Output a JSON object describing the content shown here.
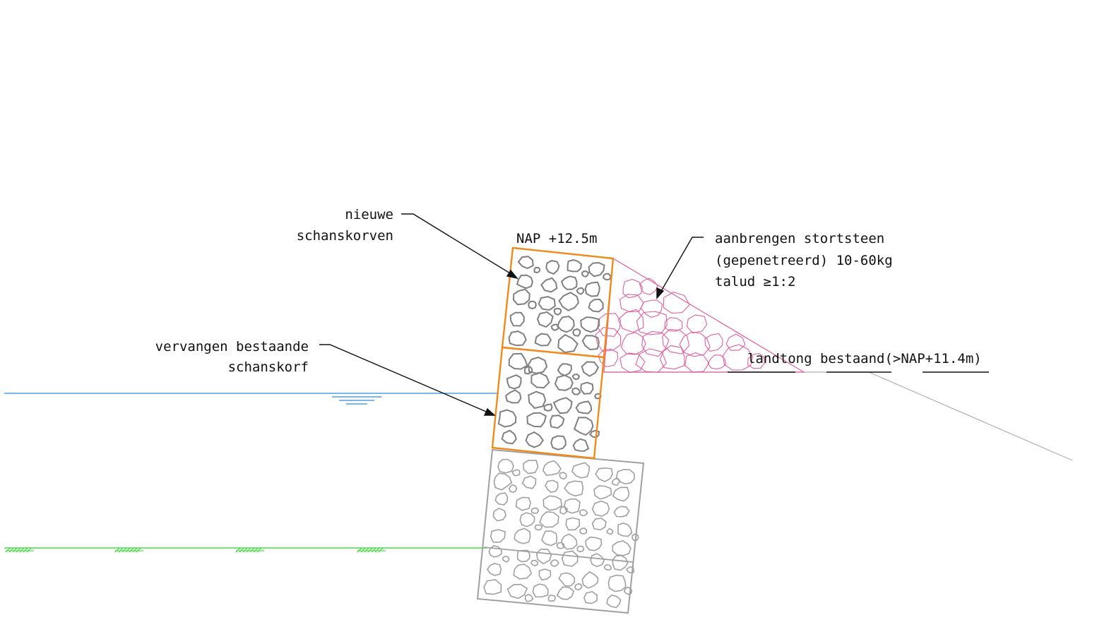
{
  "labels": {
    "nieuwe_line1": "nieuwe",
    "nieuwe_line2": "schanskorven",
    "nap_top": "NAP +12.5m",
    "storts_line1": "aanbrengen stortsteen",
    "storts_line2": "(gepenetreerd) 10-60kg",
    "storts_line3": "talud ≥1:2",
    "vervangen_line1": "vervangen bestaande",
    "vervangen_line2": "schanskorf",
    "landtong": "landtong bestaand(>NAP+11.4m)"
  },
  "colors": {
    "gabion_new": "#f08a1a",
    "gabion_stone": "#808080",
    "gabion_existing": "#a0a0a0",
    "riprap": "#e060a0",
    "water": "#2a8ae0",
    "ground": "#22dd22",
    "leader": "#111111",
    "slope": "#b0b0b0"
  }
}
